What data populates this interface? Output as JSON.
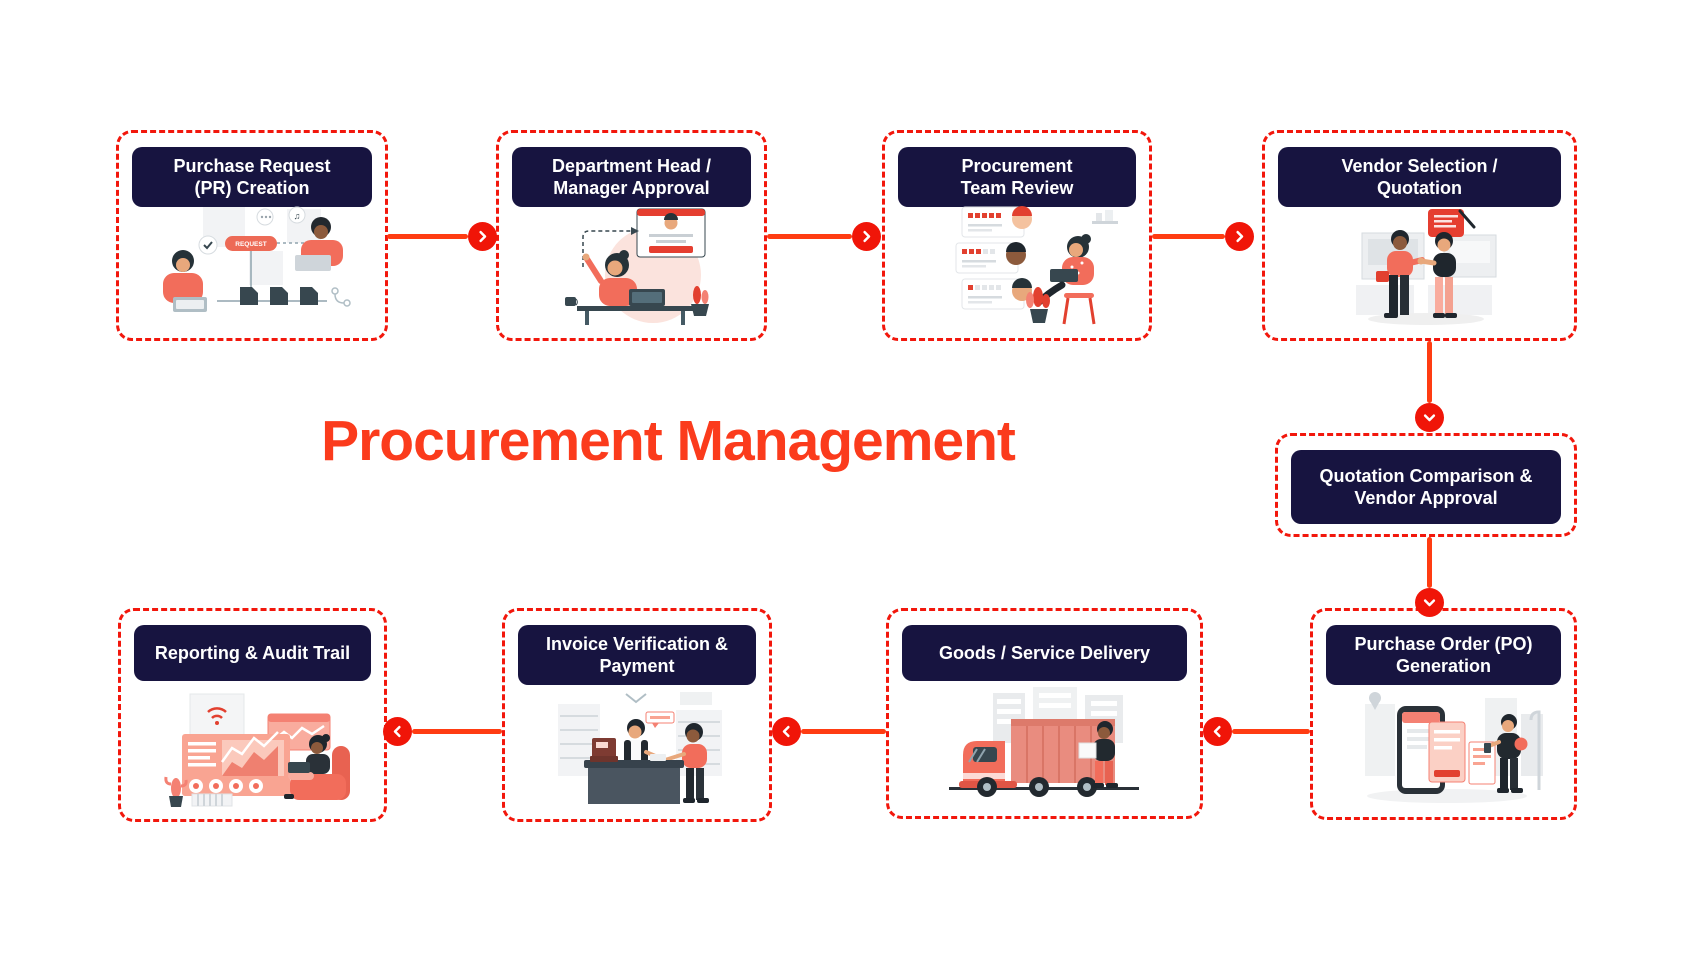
{
  "title": "Procurement Management",
  "colors": {
    "dashed_border_red": "#f2170c",
    "arrow_line_red": "#ff3c12",
    "arrow_dot_red": "#f01508",
    "header_navy": "#171440",
    "title_red": "#fb3b1c",
    "illustration_coral": "#f26d5b",
    "illustration_salmon": "#f9a492",
    "background": "#ffffff"
  },
  "steps": [
    {
      "id": "pr-creation",
      "label": "Purchase Request\n(PR) Creation",
      "badge": "REQUEST"
    },
    {
      "id": "manager-approval",
      "label": "Department Head /\nManager Approval"
    },
    {
      "id": "team-review",
      "label": "Procurement\nTeam Review"
    },
    {
      "id": "vendor-selection",
      "label": "Vendor Selection /\nQuotation"
    },
    {
      "id": "quotation-comparison",
      "label": "Quotation Comparison &\nVendor Approval"
    },
    {
      "id": "po-generation",
      "label": "Purchase Order (PO)\nGeneration"
    },
    {
      "id": "goods-delivery",
      "label": "Goods / Service Delivery"
    },
    {
      "id": "invoice-payment",
      "label": "Invoice Verification &\nPayment"
    },
    {
      "id": "reporting-audit",
      "label": "Reporting & Audit Trail"
    }
  ],
  "arrows": [
    {
      "from": "pr-creation",
      "to": "manager-approval",
      "direction": "right"
    },
    {
      "from": "manager-approval",
      "to": "team-review",
      "direction": "right"
    },
    {
      "from": "team-review",
      "to": "vendor-selection",
      "direction": "right"
    },
    {
      "from": "vendor-selection",
      "to": "quotation-comparison",
      "direction": "down"
    },
    {
      "from": "quotation-comparison",
      "to": "po-generation",
      "direction": "down"
    },
    {
      "from": "po-generation",
      "to": "goods-delivery",
      "direction": "left"
    },
    {
      "from": "goods-delivery",
      "to": "invoice-payment",
      "direction": "left"
    },
    {
      "from": "invoice-payment",
      "to": "reporting-audit",
      "direction": "left"
    }
  ]
}
